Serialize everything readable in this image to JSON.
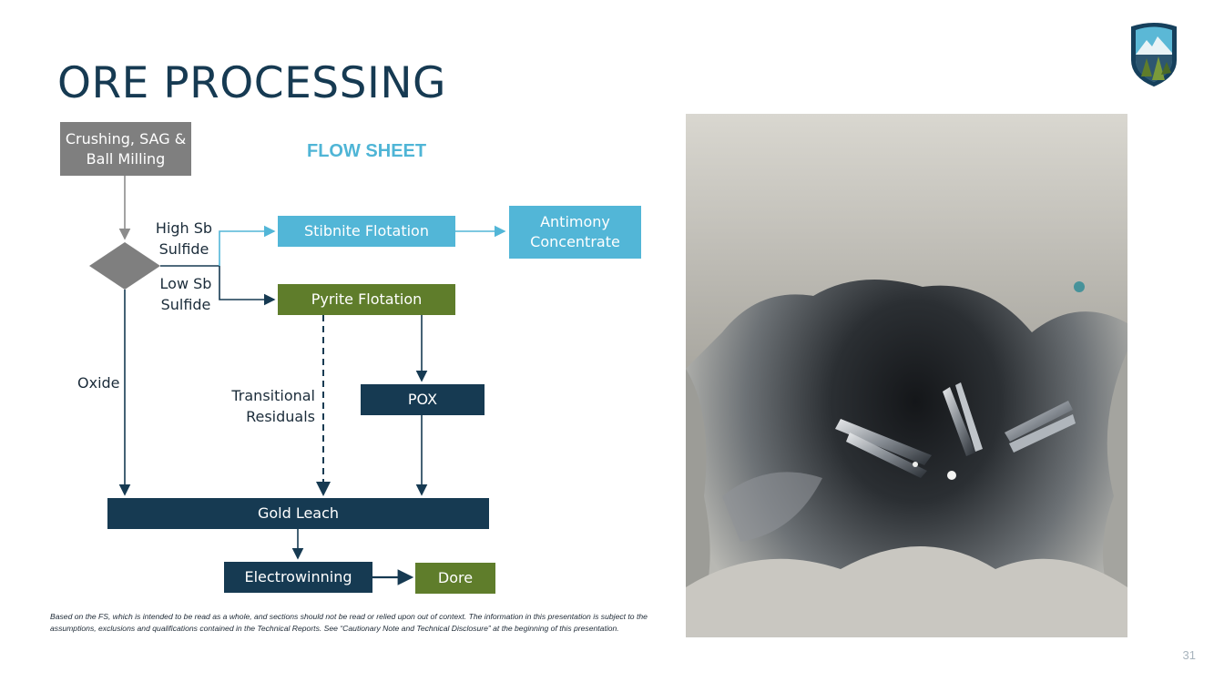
{
  "title": "ORE PROCESSING",
  "flow_sheet_label": "FLOW SHEET",
  "nodes": {
    "crushing": "Crushing, SAG & Ball Milling",
    "stibnite_flotation": "Stibnite Flotation",
    "antimony_concentrate": "Antimony Concentrate",
    "pyrite_flotation": "Pyrite Flotation",
    "pox": "POX",
    "gold_leach": "Gold Leach",
    "electrowinning": "Electrowinning",
    "dore": "Dore"
  },
  "edge_labels": {
    "high_sb": "High Sb Sulfide",
    "low_sb": "Low Sb Sulfide",
    "oxide": "Oxide",
    "transitional": "Transitional Residuals"
  },
  "footnote": "Based on the FS, which is intended to be read as a whole, and sections should not be read or relied upon out of context. The information in this presentation is subject to the assumptions, exclusions and qualifications contained in the Technical Reports. See “Cautionary Note and Technical Disclosure” at the beginning of this presentation.",
  "page_number": "31",
  "colors": {
    "navy": "#163a52",
    "cyan": "#52b6d7",
    "green": "#5f7d2b",
    "gray": "#7f7f7f"
  }
}
